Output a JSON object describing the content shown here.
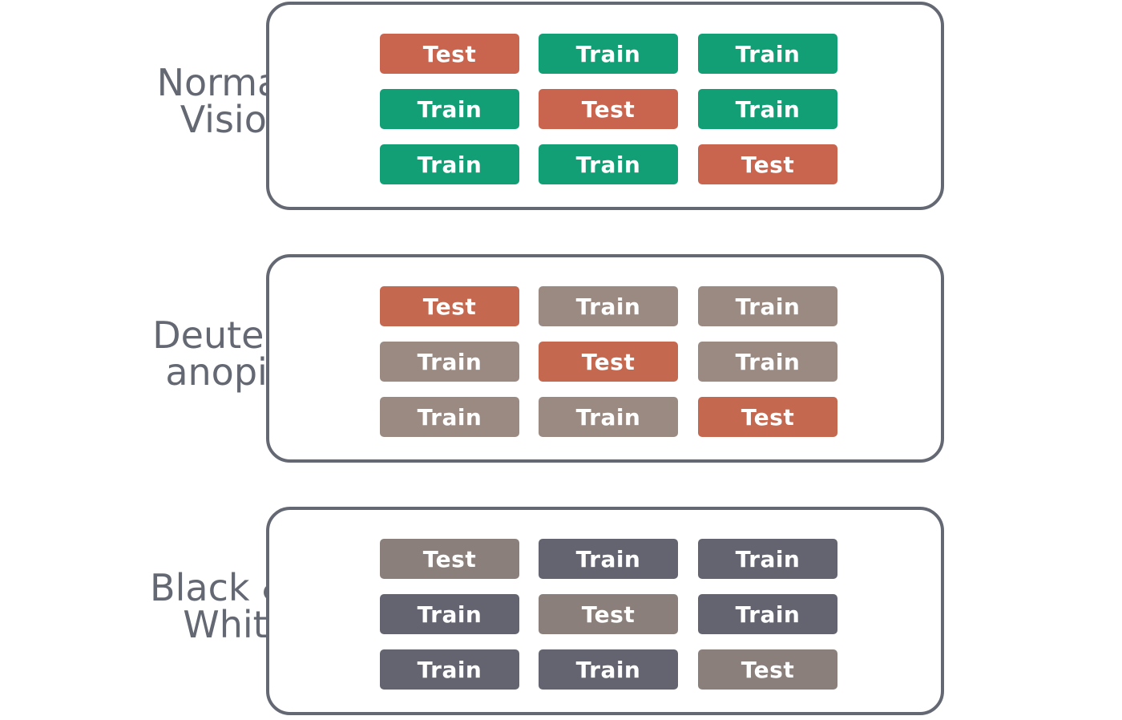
{
  "panels": [
    {
      "label_line1": "Normal",
      "label_line2": "Vision",
      "colors": {
        "test": "#C9654F",
        "train": "#129F76"
      },
      "grid": [
        [
          "Test",
          "Train",
          "Train"
        ],
        [
          "Train",
          "Test",
          "Train"
        ],
        [
          "Train",
          "Train",
          "Test"
        ]
      ]
    },
    {
      "label_line1": "Deuter-",
      "label_line2": "anopia",
      "colors": {
        "test": "#C46850",
        "train": "#9B8A82"
      },
      "grid": [
        [
          "Test",
          "Train",
          "Train"
        ],
        [
          "Train",
          "Test",
          "Train"
        ],
        [
          "Train",
          "Train",
          "Test"
        ]
      ]
    },
    {
      "label_line1": "Black &",
      "label_line2": "White",
      "colors": {
        "test": "#8A7F7A",
        "train": "#636470"
      },
      "grid": [
        [
          "Test",
          "Train",
          "Train"
        ],
        [
          "Train",
          "Test",
          "Train"
        ],
        [
          "Train",
          "Train",
          "Test"
        ]
      ]
    }
  ],
  "border_color": "#646873",
  "label_color": "#646873"
}
